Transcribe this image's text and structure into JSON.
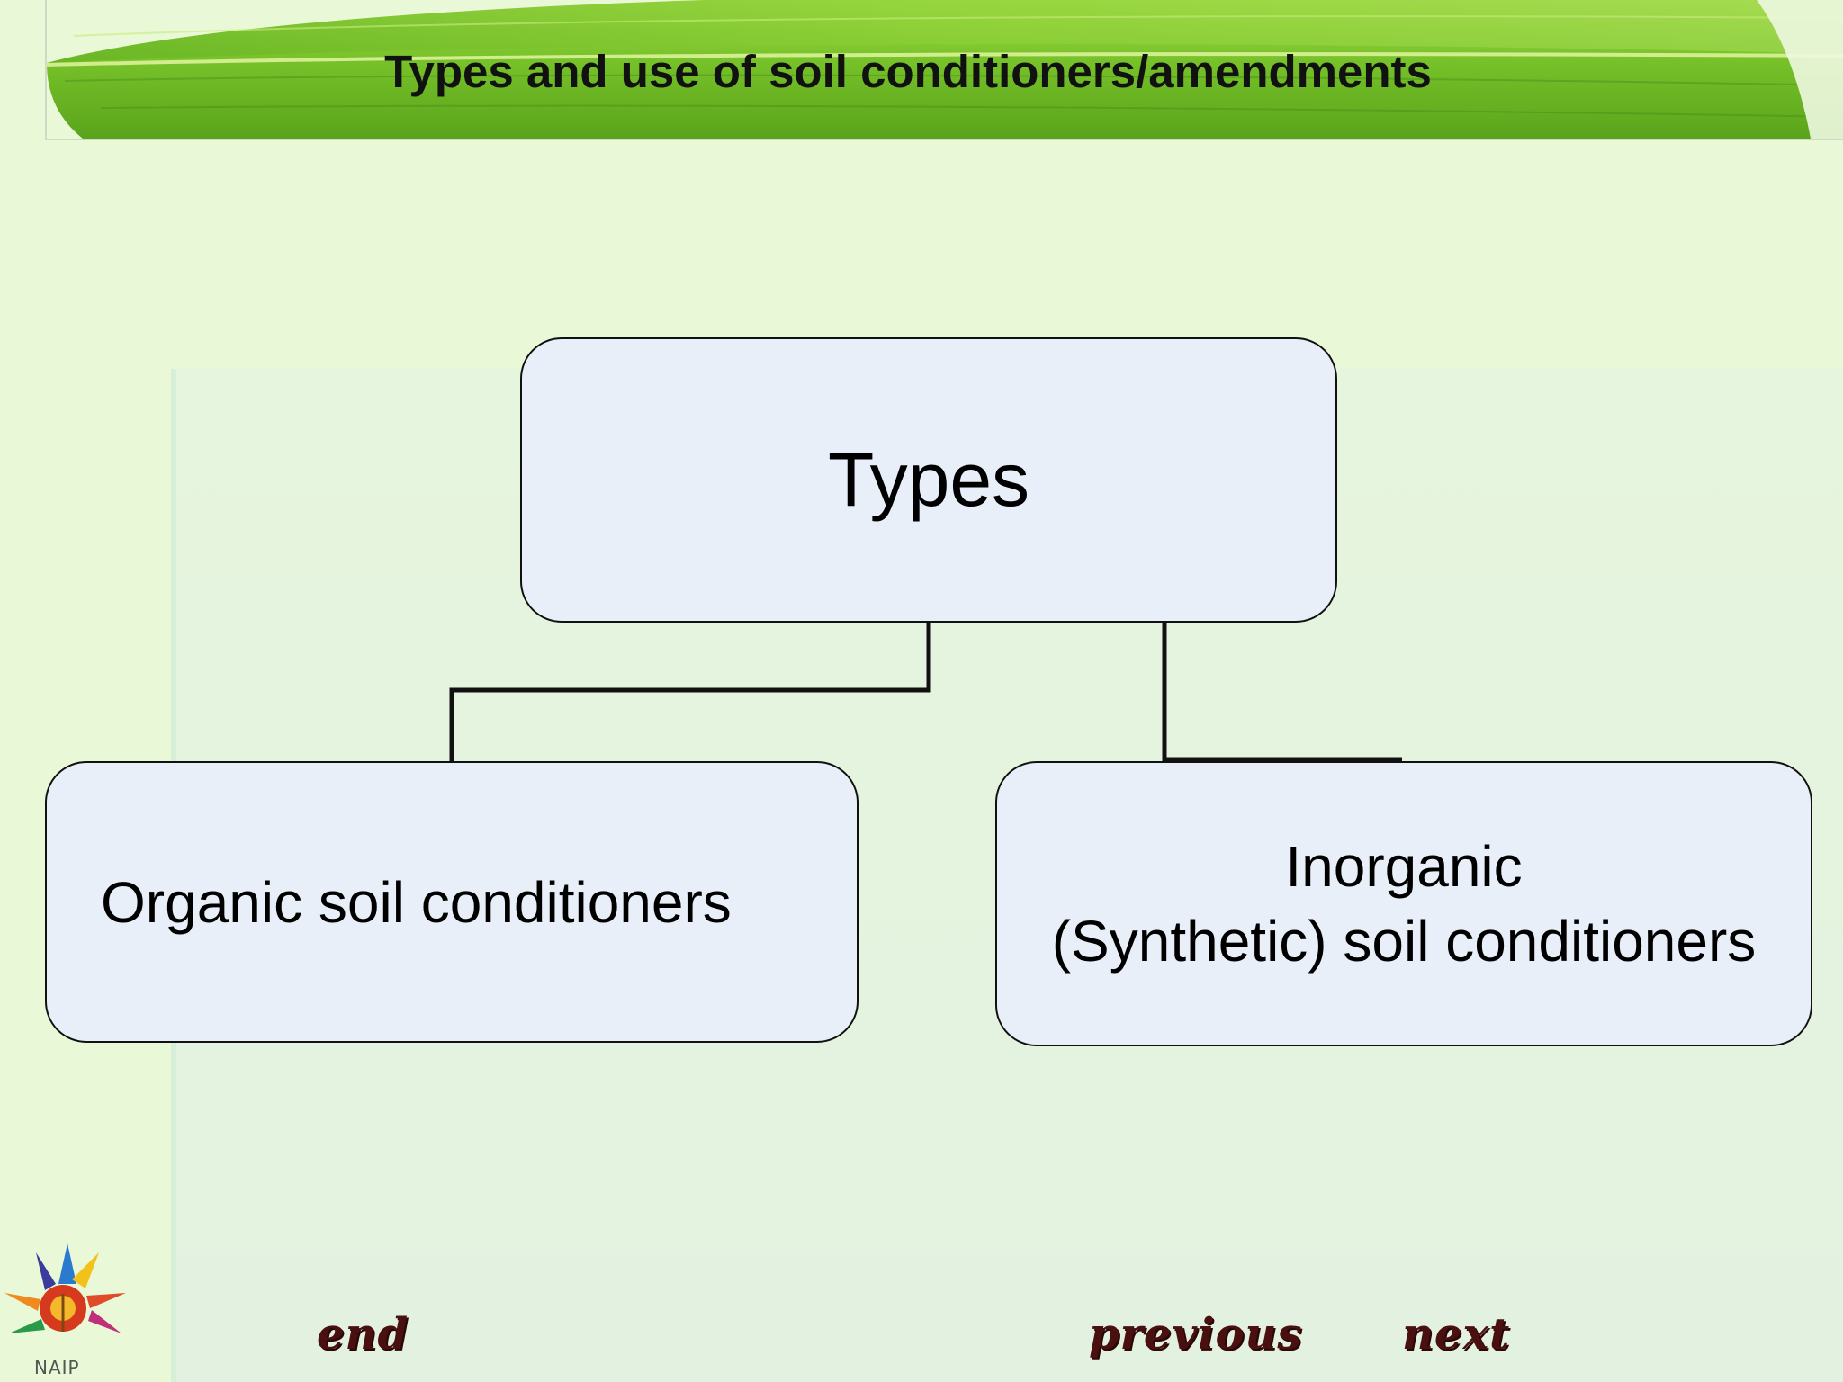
{
  "title": "Types and use of soil conditioners/amendments",
  "diagram": {
    "root": "Types",
    "children": [
      {
        "lines": [
          "Organic soil conditioners"
        ]
      },
      {
        "lines": [
          "Inorganic",
          "(Synthetic) soil conditioners"
        ]
      }
    ]
  },
  "navigation": {
    "end": "end",
    "previous": "previous",
    "next": "next"
  },
  "logo": {
    "name": "NAIP logo",
    "text": "NAIP"
  },
  "colors": {
    "background": "#e9f8d6",
    "box_fill": "#e8eff8",
    "nav_text": "#4a1010",
    "banner_leaf": "#7cc832"
  }
}
